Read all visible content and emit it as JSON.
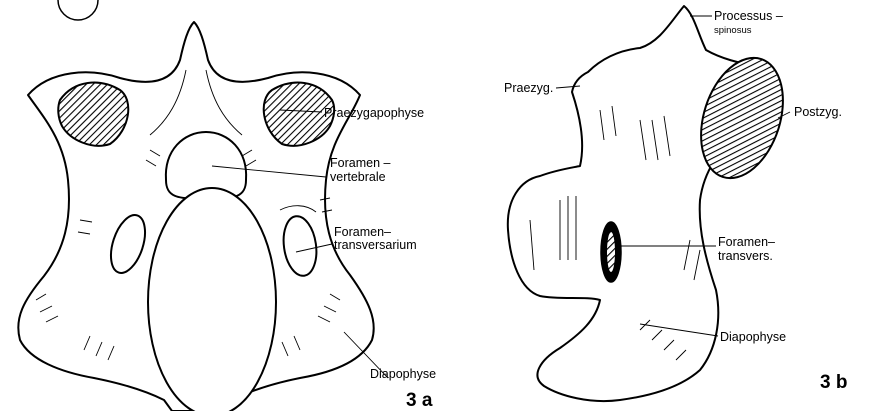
{
  "panel_a": {
    "label": "3 a",
    "annotations": {
      "praezygapophyse": "Praezygapophyse",
      "foramen_vertebrale_line1": "Foramen –",
      "foramen_vertebrale_line2": "vertebrale",
      "foramen_transversarium_line1": "Foramen–",
      "foramen_transversarium_line2": "transversarium",
      "diapophyse": "Diapophyse"
    }
  },
  "panel_b": {
    "label": "3 b",
    "annotations": {
      "processus_line1": "Processus –",
      "processus_line2": "spinosus",
      "praezyg": "Praezyg.",
      "postzyg": "Postzyg.",
      "foramen_transvers_line1": "Foramen–",
      "foramen_transvers_line2": "transvers.",
      "diapophyse": "Diapophyse"
    }
  }
}
